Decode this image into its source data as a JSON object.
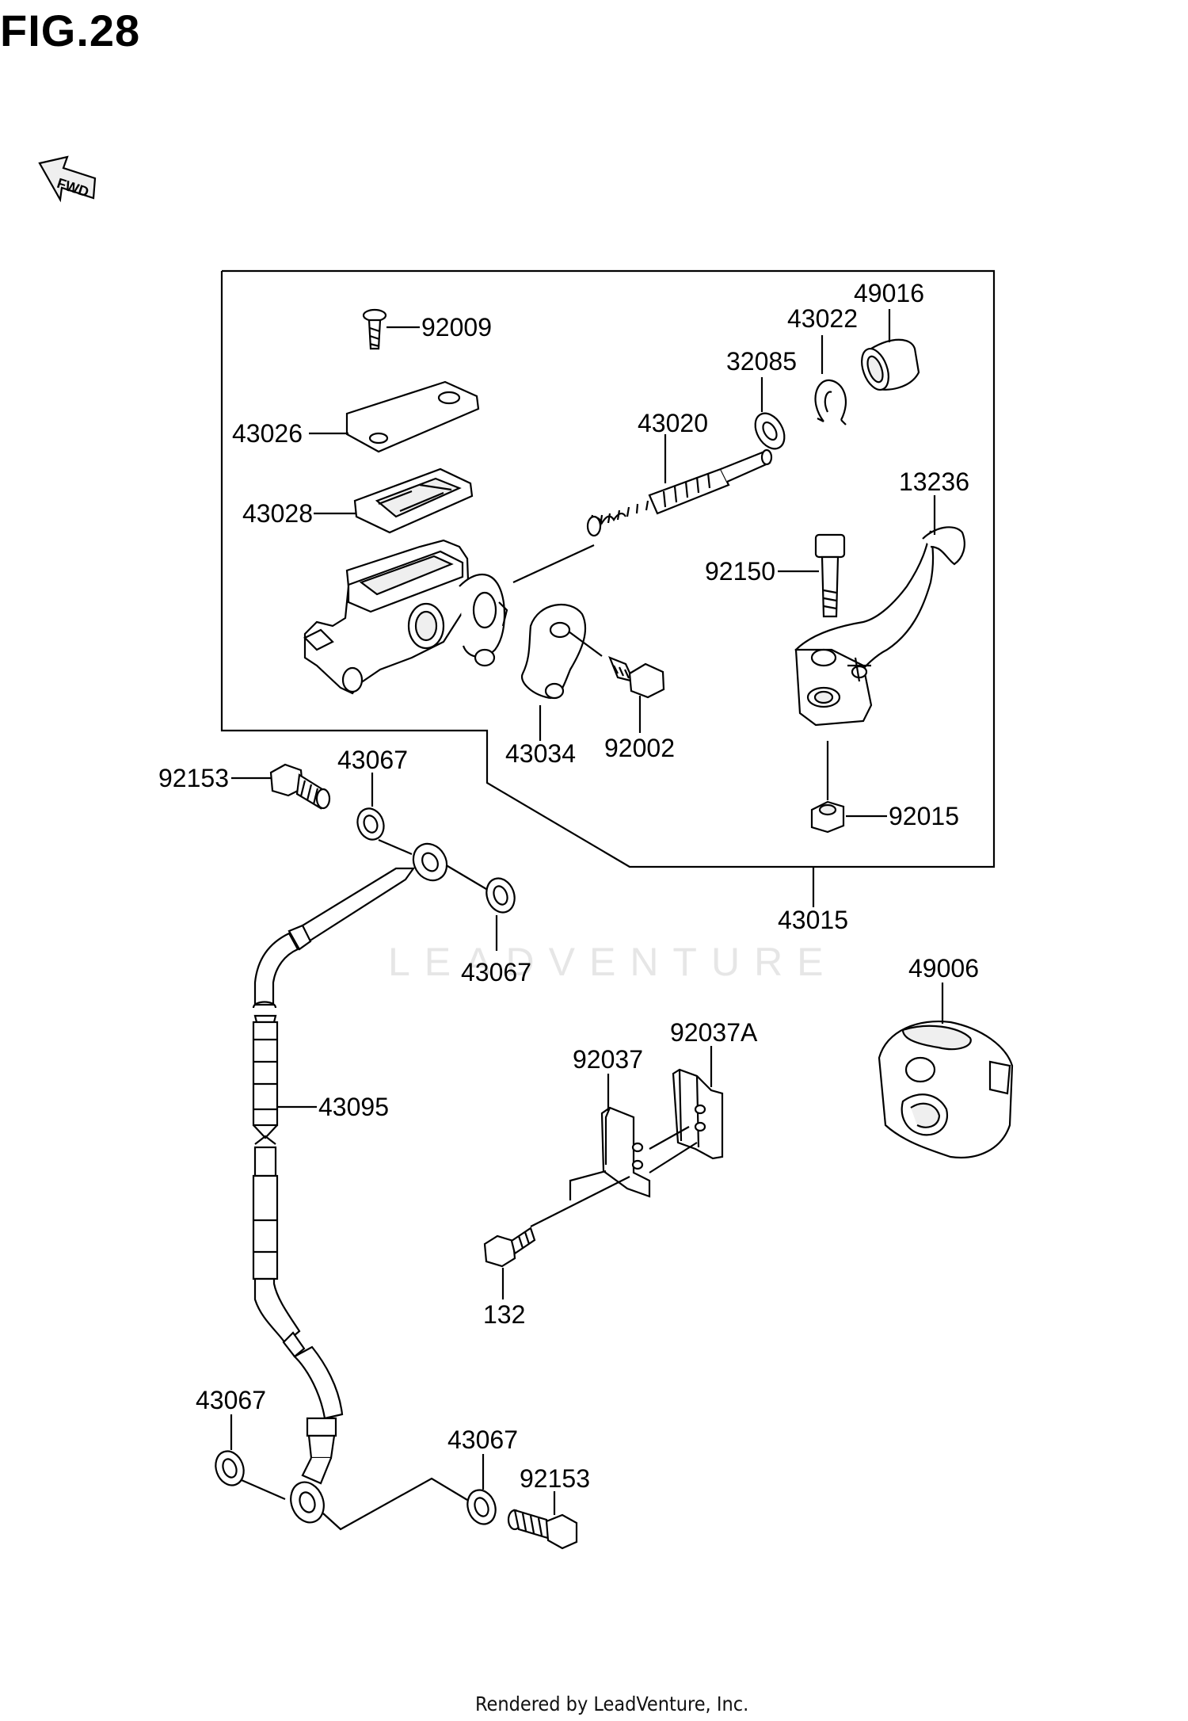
{
  "figure_title": "FIG.28",
  "fwd_label": "FWD",
  "watermark": "LEADVENTURE",
  "footer": "Rendered by LeadVenture, Inc.",
  "parts": {
    "p92009": "92009",
    "p43026": "43026",
    "p43028": "43028",
    "p43020": "43020",
    "p32085": "32085",
    "p43022": "43022",
    "p49016": "49016",
    "p13236": "13236",
    "p92150": "92150",
    "p43034": "43034",
    "p92002": "92002",
    "p92015": "92015",
    "p43015": "43015",
    "p92153_top": "92153",
    "p43067_a": "43067",
    "p43067_b": "43067",
    "p43095": "43095",
    "p49006": "49006",
    "p92037": "92037",
    "p92037A": "92037A",
    "p132": "132",
    "p43067_c": "43067",
    "p43067_d": "43067",
    "p92153_bottom": "92153"
  }
}
